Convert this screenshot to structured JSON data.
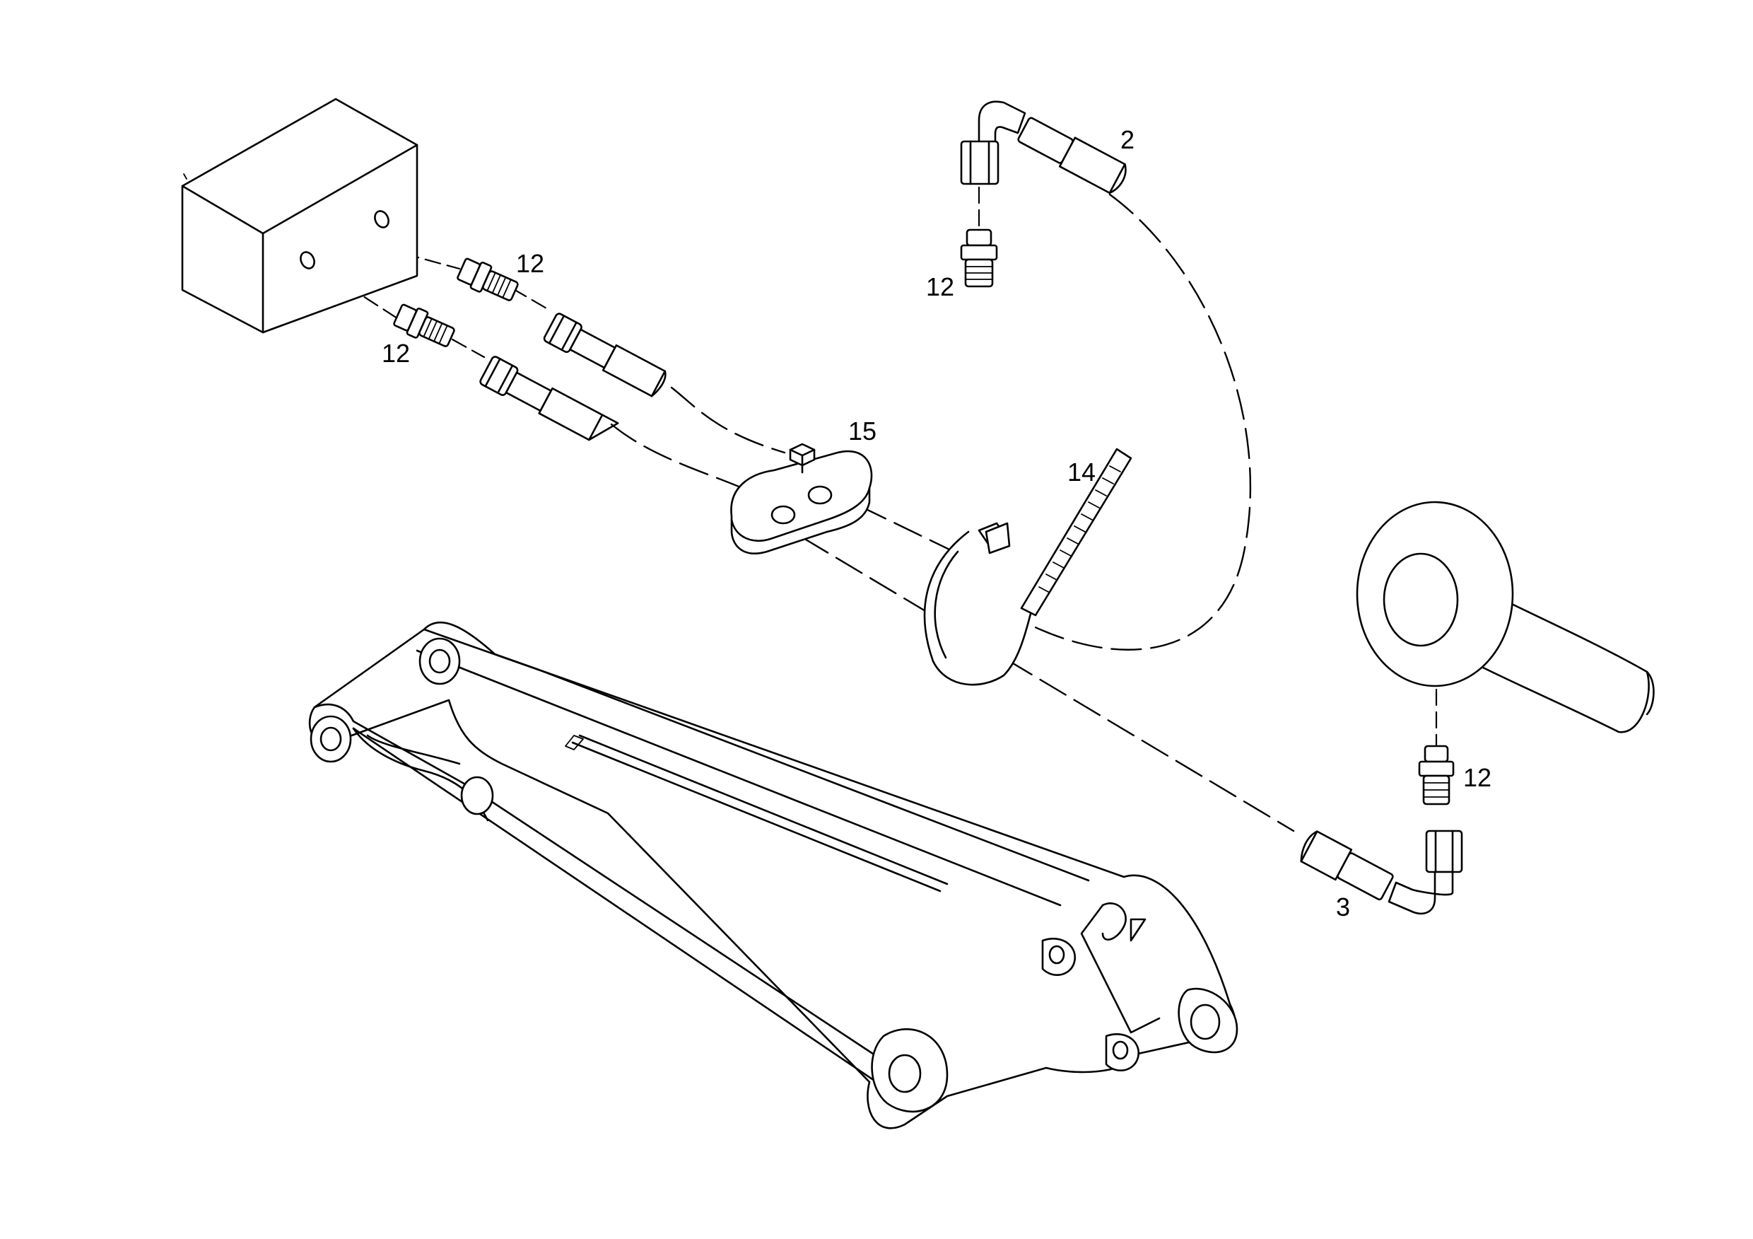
{
  "diagram": {
    "callouts": [
      {
        "id": "2",
        "text": "2"
      },
      {
        "id": "12-top-right",
        "text": "12"
      },
      {
        "id": "12-upper",
        "text": "12"
      },
      {
        "id": "12-lower",
        "text": "12"
      },
      {
        "id": "15",
        "text": "15"
      },
      {
        "id": "14",
        "text": "14"
      },
      {
        "id": "12-right",
        "text": "12"
      },
      {
        "id": "3",
        "text": "3"
      }
    ]
  }
}
